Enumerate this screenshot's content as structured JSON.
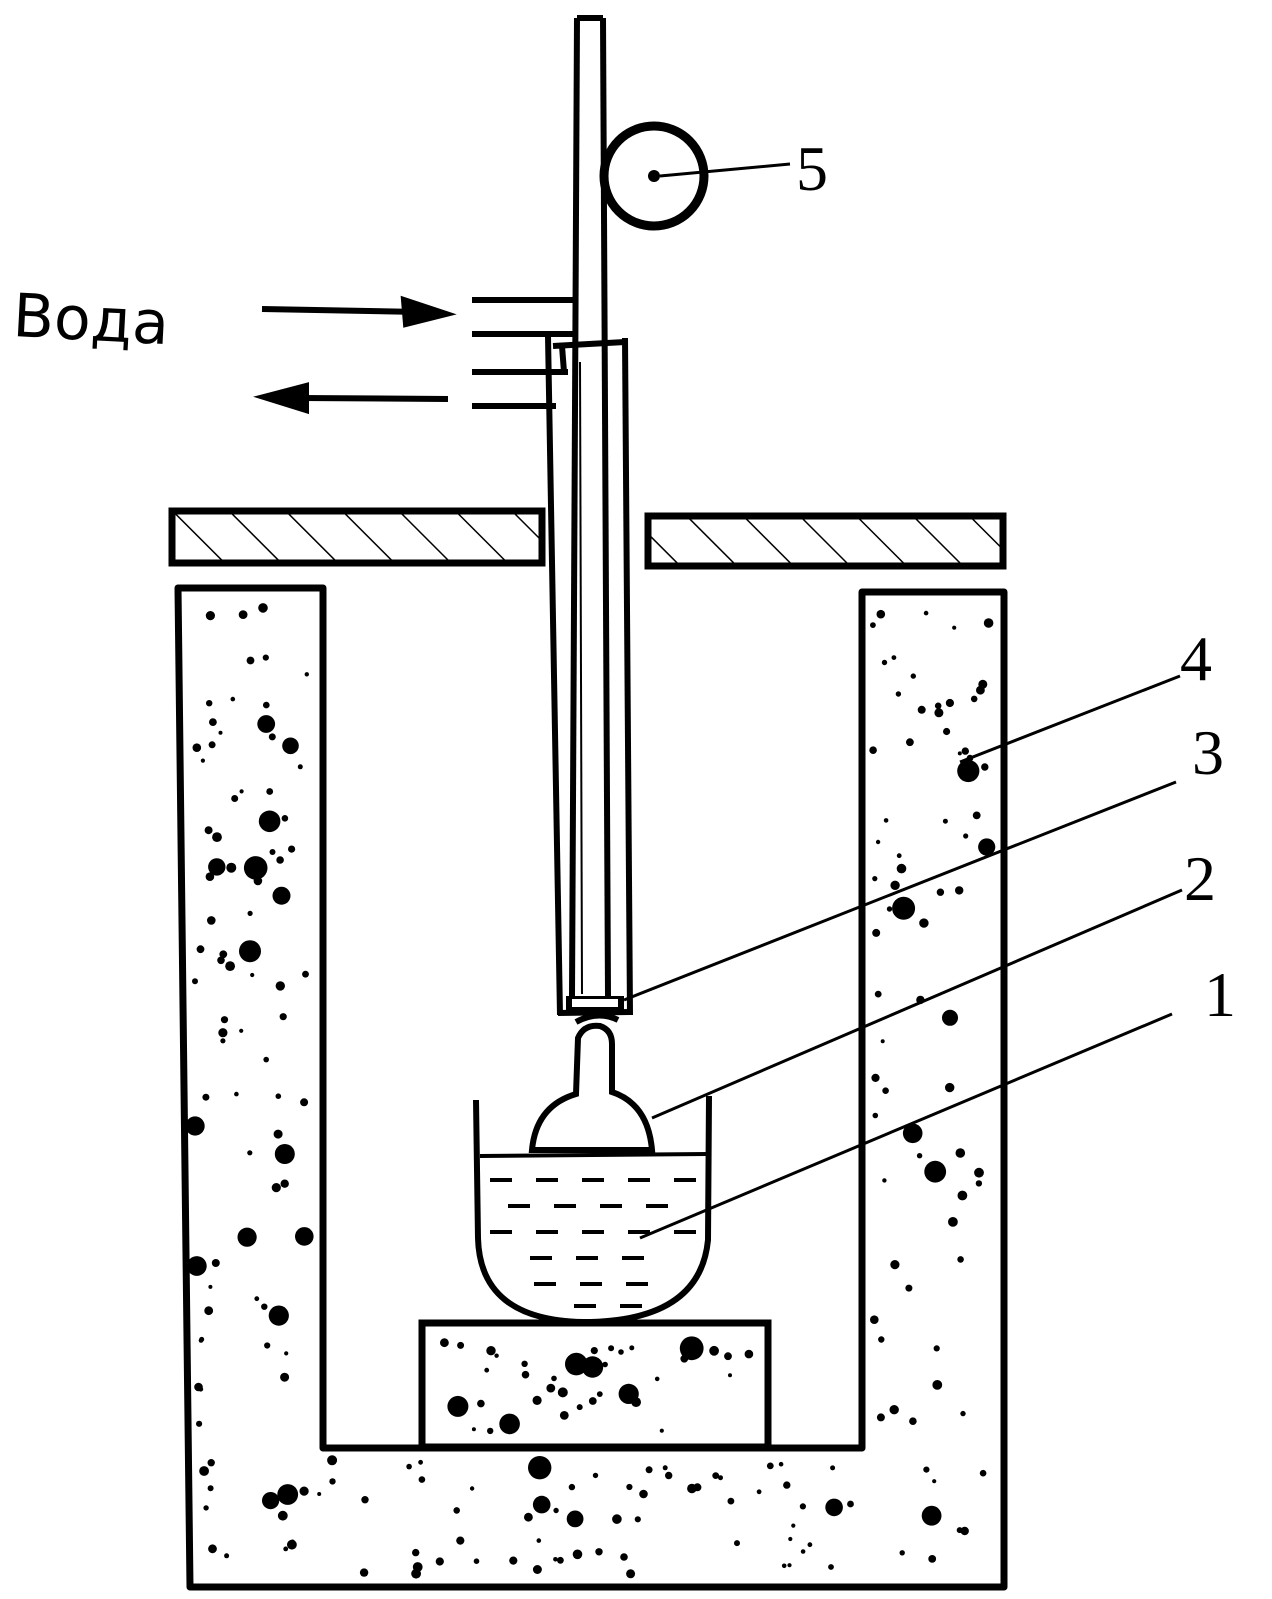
{
  "labels": {
    "water": "Вода",
    "callout_1": "1",
    "callout_2": "2",
    "callout_3": "3",
    "callout_4": "4",
    "callout_5": "5"
  },
  "colors": {
    "ink": "#000000",
    "paper": "#ffffff"
  }
}
